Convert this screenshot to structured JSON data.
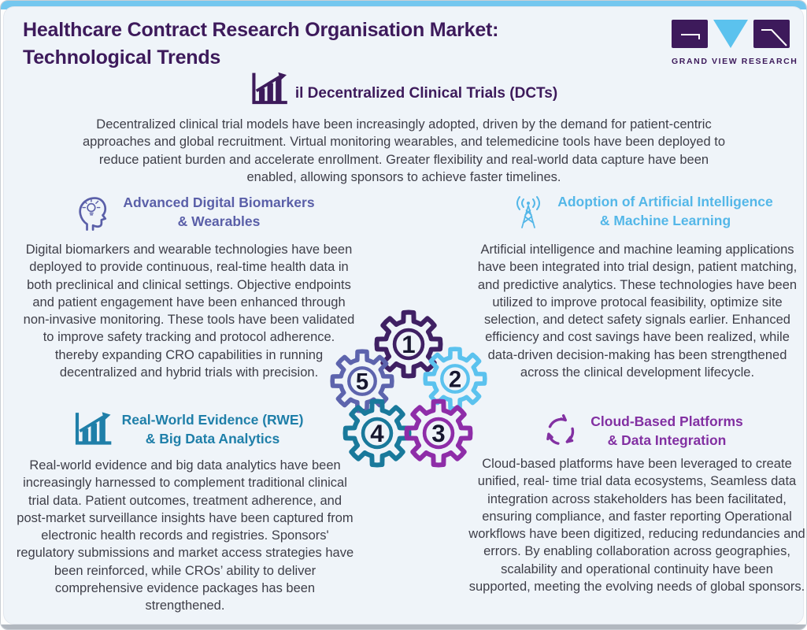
{
  "page": {
    "title_line1": "Healthcare Contract Research Organisation Market:",
    "title_line2": "Technological Trends"
  },
  "logo": {
    "brand": "GRAND VIEW RESEARCH"
  },
  "colors": {
    "top_bar": "#74c7ef",
    "card_background": "#eff4f9",
    "title": "#3d1a5b",
    "body_text": "#3e3e48",
    "biomarkers_accent": "#5a5fa8",
    "ai_accent": "#54b7e8",
    "rwe_accent": "#1f7fa9",
    "cloud_accent": "#8230a2"
  },
  "dct": {
    "heading": "il Decentralized Clinical Trials (DCTs)",
    "body": "Decentralized clinical trial models have been increasingly adopted, driven by the demand for patient-centric approaches and global recruitment. Virtual monitoring wearables, and telemedicine tools have been deployed to reduce patient burden and accelerate enrollment. Greater flexibility and real-world data capture have been enabled, allowing sponsors to achieve faster timelines."
  },
  "sections": {
    "biomarkers": {
      "icon": "head-lightbulb-icon",
      "heading_line1": "Advanced Digital Biomarkers",
      "heading_line2": "& Wearables",
      "body": "Digital biomarkers and wearable technologies have been deployed to provide continuous, real-time health data in both preclinical and clinical settings. Objective endpoints and patient engagement have been enhanced through non-invasive monitoring. These tools have been validated to improve safety tracking and protocol adherence. thereby expanding CRO capabilities in running decentralized and hybrid trials with precision."
    },
    "ai": {
      "icon": "radio-tower-icon",
      "heading_line1": "Adoption of Artificial Intelligence",
      "heading_line2": "& Machine Learning",
      "body": "Artificial intelligence and machine leaming applications have been integrated into trial design, patient matching, and predictive analytics. These technologies have been utilized to improve protocal feasibility, optimize site selection, and detect safety signals earlier. Enhanced efficiency and cost savings have been realized, while data-driven decision-making has been strengthened across the clinical development lifecycle."
    },
    "rwe": {
      "icon": "trend-chart-icon",
      "heading_line1": "Real-World Evidence (RWE)",
      "heading_line2": "& Big Data Analytics",
      "body": "Real-world evidence and big data analytics have been increasingly harnessed to complement traditional clinical trial data. Patient outcomes, treatment adherence, and post-market surveillance insights have been captured from electronic health records and registries. Sponsors' regulatory submissions and market access strategies have been reinforced, while CROs’ ability to deliver comprehensive evidence packages has been strengthened."
    },
    "cloud": {
      "icon": "cycle-arrows-icon",
      "heading_line1": "Cloud-Based Platforms",
      "heading_line2": "& Data Integration",
      "body": "Cloud-based platforms have been leveraged to create unified, real- time trial data ecosystems, Seamless data integration across stakeholders has been facilitated, ensuring compliance, and faster reporting Operational workflows have been digitized, reducing redundancies and errors. By enabling collaboration across geographies, scalability and operational continuity have been supported, meeting the evolving needs of global sponsors."
    }
  },
  "gears": [
    {
      "number": "1",
      "color": "#3f2063"
    },
    {
      "number": "2",
      "color": "#5bc2ee"
    },
    {
      "number": "3",
      "color": "#8e2da8"
    },
    {
      "number": "4",
      "color": "#19799b"
    },
    {
      "number": "5",
      "color": "#5d64ad"
    }
  ]
}
